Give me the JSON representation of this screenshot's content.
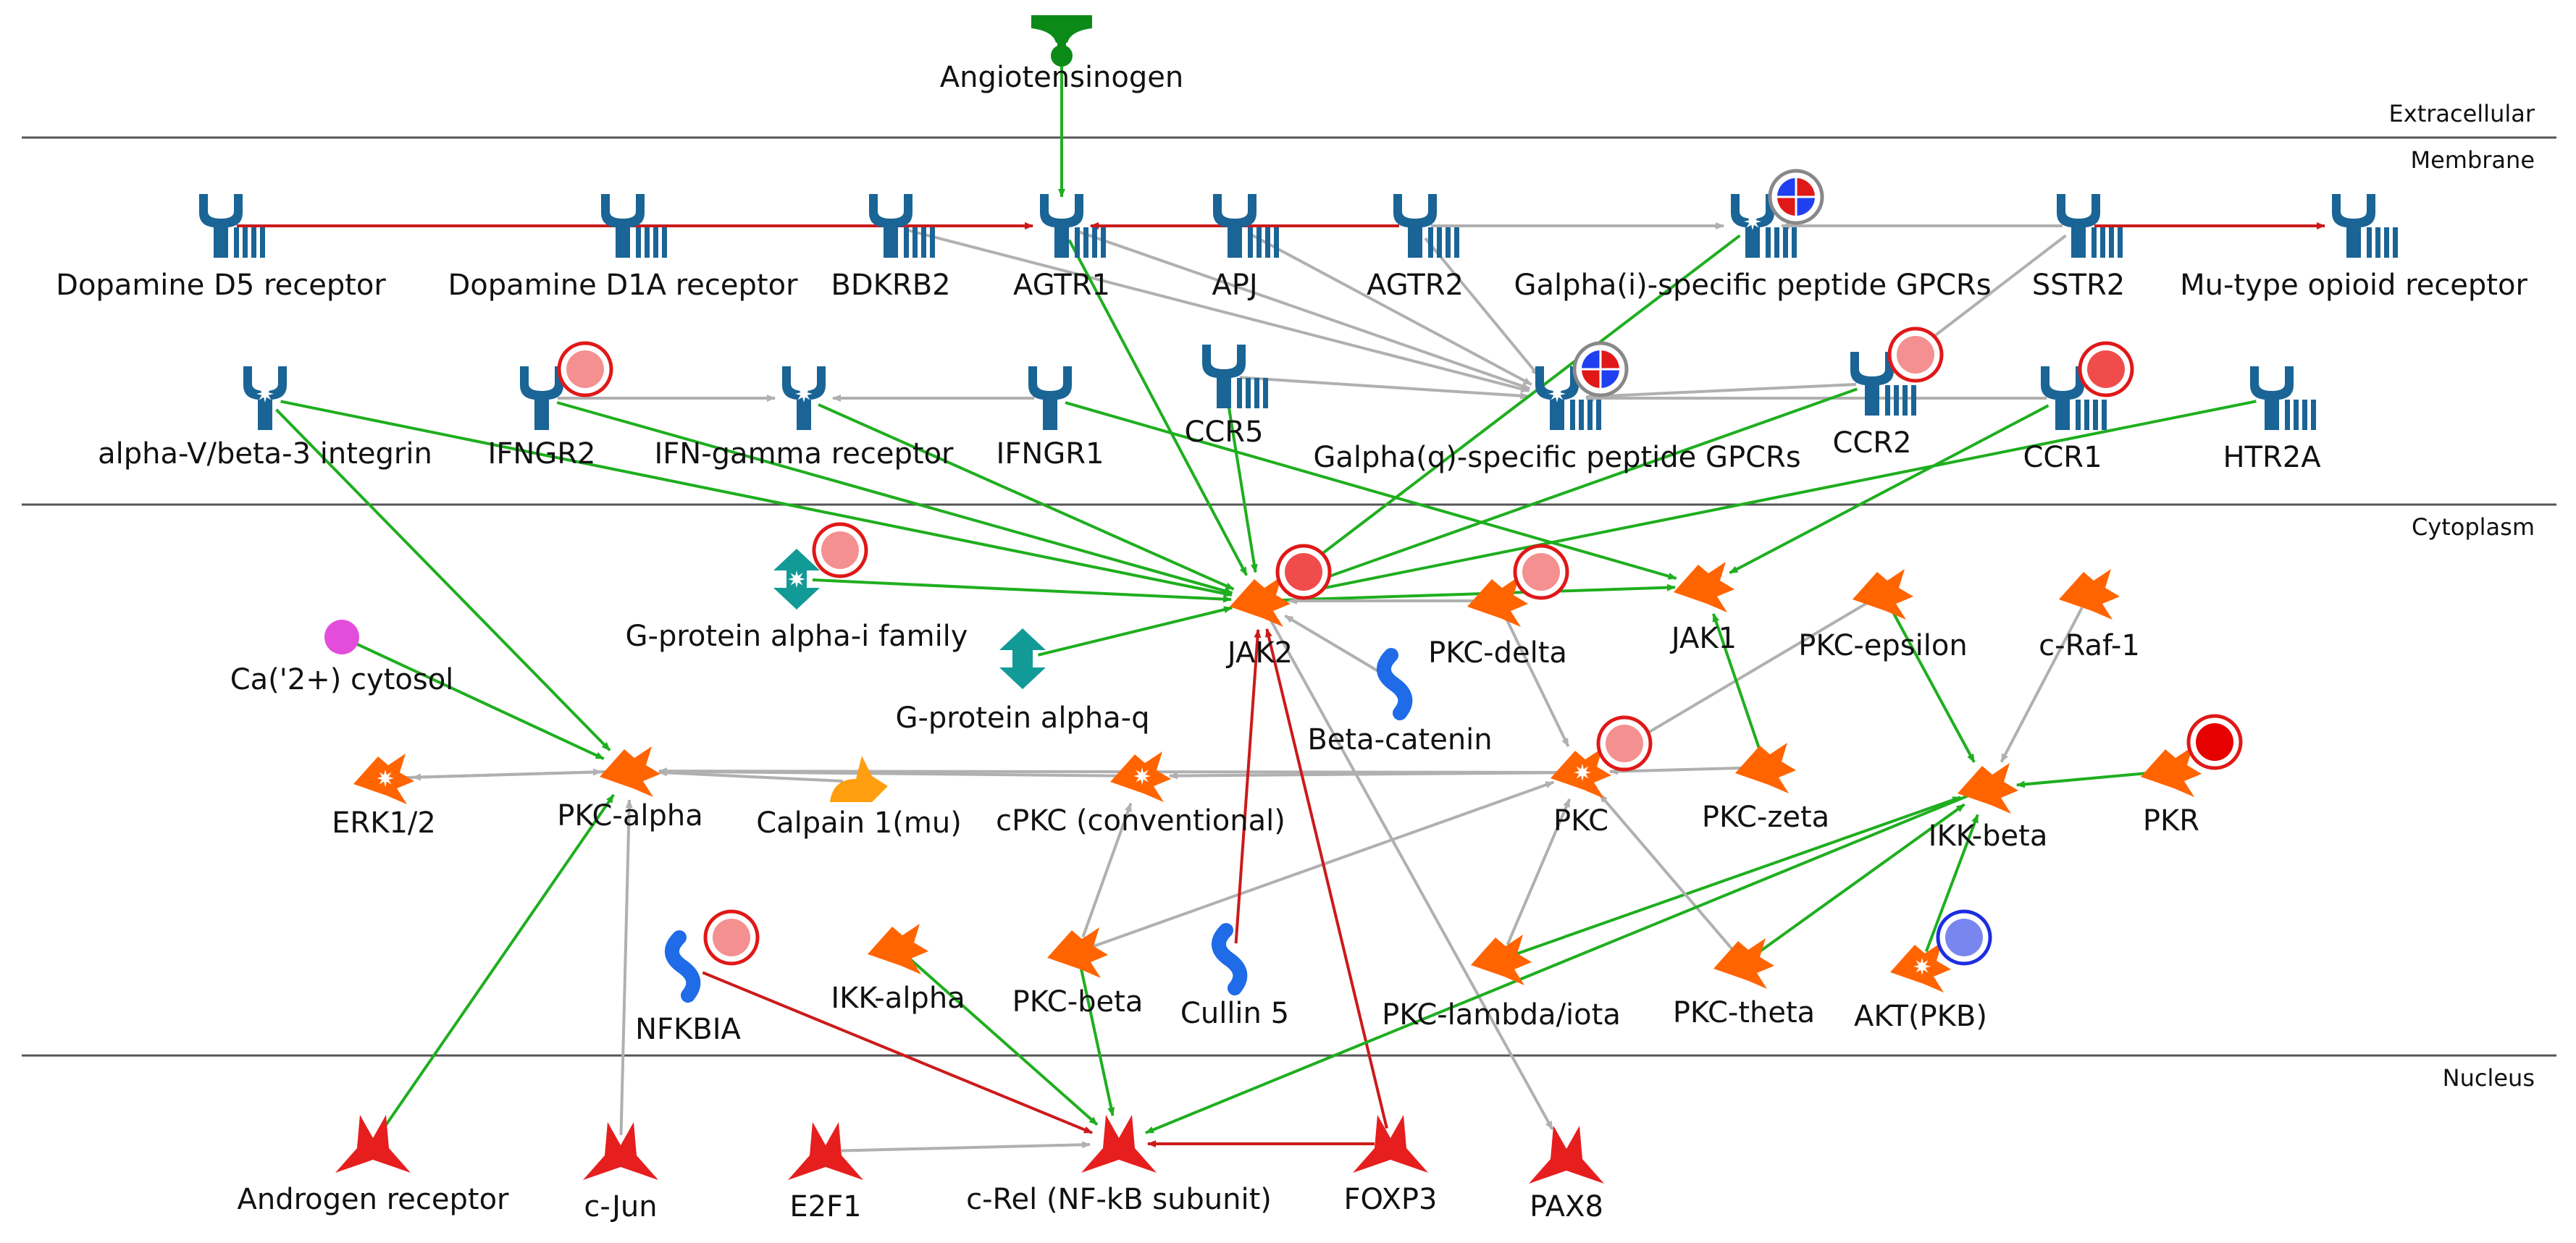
{
  "colors": {
    "receptor": "#1a6496",
    "kinase": "#ff6400",
    "tf": "#e61e1e",
    "activation": "#1fae1f",
    "inhibition": "#cc1a1a",
    "unspecified": "#b0b0b0",
    "divider": "#555555",
    "ligand": "#0c8a18",
    "gprotein": "#129a96",
    "protease": "#ff9e0f",
    "generic": "#1f6be8",
    "compound": "#e44ddc"
  },
  "zones": {
    "extracellular": "Extracellular",
    "membrane": "Membrane",
    "cytoplasm": "Cytoplasm",
    "nucleus": "Nucleus"
  },
  "nodes": [
    {
      "id": "angiotensinogen",
      "label": "Angiotensinogen",
      "shape": "ligand"
    },
    {
      "id": "drd5",
      "label": "Dopamine D5 receptor",
      "shape": "receptor"
    },
    {
      "id": "drd1",
      "label": "Dopamine D1A receptor",
      "shape": "receptor"
    },
    {
      "id": "bdkrb2",
      "label": "BDKRB2",
      "shape": "receptor"
    },
    {
      "id": "agtr1",
      "label": "AGTR1",
      "shape": "receptor"
    },
    {
      "id": "apj",
      "label": "APJ",
      "shape": "receptor"
    },
    {
      "id": "agtr2",
      "label": "AGTR2",
      "shape": "receptor"
    },
    {
      "id": "gai_gpcr",
      "label": "Galpha(i)-specific peptide GPCRs",
      "shape": "receptor",
      "star": true
    },
    {
      "id": "sstr2",
      "label": "SSTR2",
      "shape": "receptor"
    },
    {
      "id": "mor",
      "label": "Mu-type opioid receptor",
      "shape": "receptor"
    },
    {
      "id": "itgb3",
      "label": "alpha-V/beta-3 integrin",
      "shape": "receptor_plain",
      "star": true
    },
    {
      "id": "ifngr2",
      "label": "IFNGR2",
      "shape": "receptor_plain"
    },
    {
      "id": "ifngr",
      "label": "IFN-gamma receptor",
      "shape": "receptor_plain",
      "star": true
    },
    {
      "id": "ifngr1",
      "label": "IFNGR1",
      "shape": "receptor_plain"
    },
    {
      "id": "ccr5",
      "label": "CCR5",
      "shape": "receptor"
    },
    {
      "id": "gaq_gpcr",
      "label": "Galpha(q)-specific peptide GPCRs",
      "shape": "receptor",
      "star": true
    },
    {
      "id": "ccr2",
      "label": "CCR2",
      "shape": "receptor"
    },
    {
      "id": "ccr1",
      "label": "CCR1",
      "shape": "receptor"
    },
    {
      "id": "htr2a",
      "label": "HTR2A",
      "shape": "receptor"
    },
    {
      "id": "gai_fam",
      "label": "G-protein alpha-i family",
      "shape": "gprotein",
      "star": true
    },
    {
      "id": "gaq",
      "label": "G-protein alpha-q",
      "shape": "gprotein"
    },
    {
      "id": "jak2",
      "label": "JAK2",
      "shape": "kinase"
    },
    {
      "id": "pkcdelta",
      "label": "PKC-delta",
      "shape": "kinase"
    },
    {
      "id": "jak1",
      "label": "JAK1",
      "shape": "kinase"
    },
    {
      "id": "pkceps",
      "label": "PKC-epsilon",
      "shape": "kinase"
    },
    {
      "id": "craf",
      "label": "c-Raf-1",
      "shape": "kinase"
    },
    {
      "id": "ca",
      "label": "Ca('2+) cytosol",
      "shape": "compound"
    },
    {
      "id": "betacat",
      "label": "Beta-catenin",
      "shape": "generic"
    },
    {
      "id": "erk",
      "label": "ERK1/2",
      "shape": "kinase",
      "star": true
    },
    {
      "id": "pkcalpha",
      "label": "PKC-alpha",
      "shape": "kinase"
    },
    {
      "id": "calpain",
      "label": "Calpain 1(mu)",
      "shape": "protease"
    },
    {
      "id": "cpkc",
      "label": "cPKC (conventional)",
      "shape": "kinase",
      "star": true
    },
    {
      "id": "pkc",
      "label": "PKC",
      "shape": "kinase",
      "star": true
    },
    {
      "id": "pkczeta",
      "label": "PKC-zeta",
      "shape": "kinase"
    },
    {
      "id": "ikkbeta",
      "label": "IKK-beta",
      "shape": "kinase"
    },
    {
      "id": "pkr",
      "label": "PKR",
      "shape": "kinase"
    },
    {
      "id": "nfkbia",
      "label": "NFKBIA",
      "shape": "generic"
    },
    {
      "id": "ikkalpha",
      "label": "IKK-alpha",
      "shape": "kinase"
    },
    {
      "id": "pkcbeta",
      "label": "PKC-beta",
      "shape": "kinase"
    },
    {
      "id": "cul5",
      "label": "Cullin 5",
      "shape": "generic"
    },
    {
      "id": "pkclambda",
      "label": "PKC-lambda/iota",
      "shape": "kinase"
    },
    {
      "id": "pkctheta",
      "label": "PKC-theta",
      "shape": "kinase"
    },
    {
      "id": "akt",
      "label": "AKT(PKB)",
      "shape": "kinase",
      "star": true
    },
    {
      "id": "ar",
      "label": "Androgen receptor",
      "shape": "tf"
    },
    {
      "id": "cjun",
      "label": "c-Jun",
      "shape": "tf"
    },
    {
      "id": "e2f1",
      "label": "E2F1",
      "shape": "tf"
    },
    {
      "id": "crel",
      "label": "c-Rel (NF-kB subunit)",
      "shape": "tf"
    },
    {
      "id": "foxp3",
      "label": "FOXP3",
      "shape": "tf"
    },
    {
      "id": "pax8",
      "label": "PAX8",
      "shape": "tf"
    }
  ],
  "badges": [
    {
      "node": "gai_gpcr",
      "type": "mixed"
    },
    {
      "node": "gaq_gpcr",
      "type": "mixed"
    },
    {
      "node": "ifngr2",
      "type": "light-red"
    },
    {
      "node": "ccr2",
      "type": "light-red"
    },
    {
      "node": "ccr1",
      "type": "red"
    },
    {
      "node": "gai_fam",
      "type": "light-red"
    },
    {
      "node": "jak2",
      "type": "red"
    },
    {
      "node": "pkcdelta",
      "type": "light-red"
    },
    {
      "node": "pkc",
      "type": "light-red"
    },
    {
      "node": "pkr",
      "type": "strong-red"
    },
    {
      "node": "nfkbia",
      "type": "light-red"
    },
    {
      "node": "akt",
      "type": "blue"
    }
  ],
  "edges": [
    {
      "from": "angiotensinogen",
      "to": "agtr1",
      "type": "activation"
    },
    {
      "from": "drd5",
      "to": "agtr1",
      "type": "inhibition"
    },
    {
      "from": "drd1",
      "to": "agtr1",
      "type": "inhibition"
    },
    {
      "from": "apj",
      "to": "agtr1",
      "type": "inhibition"
    },
    {
      "from": "agtr2",
      "to": "agtr1",
      "type": "inhibition"
    },
    {
      "from": "sstr2",
      "to": "mor",
      "type": "inhibition"
    },
    {
      "from": "agtr2",
      "to": "gai_gpcr",
      "type": "unspecified"
    },
    {
      "from": "sstr2",
      "to": "gai_gpcr",
      "type": "unspecified"
    },
    {
      "from": "bdkrb2",
      "to": "gaq_gpcr",
      "type": "unspecified"
    },
    {
      "from": "agtr1",
      "to": "gaq_gpcr",
      "type": "unspecified"
    },
    {
      "from": "apj",
      "to": "gaq_gpcr",
      "type": "unspecified"
    },
    {
      "from": "agtr2",
      "to": "gaq_gpcr",
      "type": "unspecified"
    },
    {
      "from": "ccr5",
      "to": "gaq_gpcr",
      "type": "unspecified"
    },
    {
      "from": "ccr2",
      "to": "gaq_gpcr",
      "type": "unspecified"
    },
    {
      "from": "ccr1",
      "to": "gaq_gpcr",
      "type": "unspecified"
    },
    {
      "from": "sstr2",
      "to": "ccr2",
      "type": "unspecified"
    },
    {
      "from": "ifngr2",
      "to": "ifngr",
      "type": "unspecified"
    },
    {
      "from": "ifngr1",
      "to": "ifngr",
      "type": "unspecified"
    },
    {
      "from": "agtr1",
      "to": "jak2",
      "type": "activation"
    },
    {
      "from": "ccr5",
      "to": "jak2",
      "type": "activation"
    },
    {
      "from": "ifngr2",
      "to": "jak2",
      "type": "activation"
    },
    {
      "from": "ifngr",
      "to": "jak2",
      "type": "activation"
    },
    {
      "from": "itgb3",
      "to": "jak2",
      "type": "activation"
    },
    {
      "from": "gai_fam",
      "to": "jak2",
      "type": "activation"
    },
    {
      "from": "gaq",
      "to": "jak2",
      "type": "activation"
    },
    {
      "from": "gai_gpcr",
      "to": "jak2",
      "type": "activation"
    },
    {
      "from": "ccr2",
      "to": "jak2",
      "type": "activation"
    },
    {
      "from": "htr2a",
      "to": "jak2",
      "type": "activation"
    },
    {
      "from": "jak2",
      "to": "jak1",
      "type": "activation"
    },
    {
      "from": "ifngr1",
      "to": "jak1",
      "type": "activation"
    },
    {
      "from": "ccr1",
      "to": "jak1",
      "type": "activation"
    },
    {
      "from": "pkcdelta",
      "to": "jak2",
      "type": "unspecified"
    },
    {
      "from": "betacat",
      "to": "jak2",
      "type": "unspecified"
    },
    {
      "from": "pkcdelta",
      "to": "pkc",
      "type": "unspecified"
    },
    {
      "from": "pkceps",
      "to": "pkc",
      "type": "unspecified"
    },
    {
      "from": "pkczeta",
      "to": "jak1",
      "type": "activation"
    },
    {
      "from": "pkczeta",
      "to": "pkc",
      "type": "unspecified"
    },
    {
      "from": "pkceps",
      "to": "ikkbeta",
      "type": "activation"
    },
    {
      "from": "craf",
      "to": "ikkbeta",
      "type": "unspecified"
    },
    {
      "from": "pkr",
      "to": "ikkbeta",
      "type": "activation"
    },
    {
      "from": "akt",
      "to": "ikkbeta",
      "type": "activation"
    },
    {
      "from": "pkclambda",
      "to": "ikkbeta",
      "type": "activation"
    },
    {
      "from": "pkctheta",
      "to": "ikkbeta",
      "type": "activation"
    },
    {
      "from": "pkclambda",
      "to": "pkc",
      "type": "unspecified"
    },
    {
      "from": "pkctheta",
      "to": "pkc",
      "type": "unspecified"
    },
    {
      "from": "ca",
      "to": "pkcalpha",
      "type": "activation"
    },
    {
      "from": "itgb3",
      "to": "pkcalpha",
      "type": "activation"
    },
    {
      "from": "erk",
      "to": "pkcalpha",
      "type": "unspecified"
    },
    {
      "from": "calpain",
      "to": "pkcalpha",
      "type": "unspecified"
    },
    {
      "from": "cpkc",
      "to": "pkcalpha",
      "type": "unspecified"
    },
    {
      "from": "pkc",
      "to": "pkcalpha",
      "type": "unspecified"
    },
    {
      "from": "pkcalpha",
      "to": "erk",
      "type": "unspecified"
    },
    {
      "from": "pkc",
      "to": "cpkc",
      "type": "unspecified"
    },
    {
      "from": "pkcbeta",
      "to": "cpkc",
      "type": "unspecified"
    },
    {
      "from": "pkcbeta",
      "to": "pkc",
      "type": "unspecified"
    },
    {
      "from": "cjun",
      "to": "pkcalpha",
      "type": "unspecified"
    },
    {
      "from": "ar",
      "to": "pkcalpha",
      "type": "activation"
    },
    {
      "from": "cul5",
      "to": "jak2",
      "type": "inhibition"
    },
    {
      "from": "foxp3",
      "to": "jak2",
      "type": "inhibition"
    },
    {
      "from": "jak2",
      "to": "pax8",
      "type": "unspecified"
    },
    {
      "from": "nfkbia",
      "to": "crel",
      "type": "inhibition"
    },
    {
      "from": "ikkalpha",
      "to": "crel",
      "type": "activation"
    },
    {
      "from": "pkcbeta",
      "to": "crel",
      "type": "activation"
    },
    {
      "from": "ikkbeta",
      "to": "crel",
      "type": "activation"
    },
    {
      "from": "e2f1",
      "to": "crel",
      "type": "unspecified"
    },
    {
      "from": "foxp3",
      "to": "crel",
      "type": "inhibition"
    }
  ]
}
